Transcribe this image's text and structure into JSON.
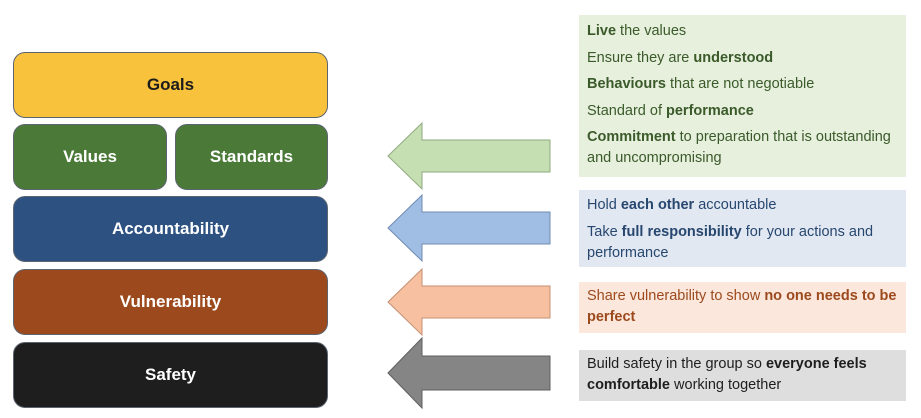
{
  "blocks": {
    "goals": "Goals",
    "values": "Values",
    "standards": "Standards",
    "accountability": "Accountability",
    "vulnerability": "Vulnerability",
    "safety": "Safety"
  },
  "colors": {
    "goals": "#f9c23c",
    "values_standards": "#4b7a38",
    "accountability": "#2d5282",
    "vulnerability": "#9c4a1d",
    "safety": "#1e1e1e",
    "arrow_green": "#c5dfb3",
    "arrow_blue": "#a0bde3",
    "arrow_peach": "#f7c0a0",
    "arrow_gray": "#858585"
  },
  "descriptions": {
    "values": [
      {
        "pre": "",
        "bold": "Live",
        "post": " the values"
      },
      {
        "pre": "Ensure they are ",
        "bold": "understood",
        "post": ""
      },
      {
        "pre": "",
        "bold": "Behaviours",
        "post": " that are not negotiable"
      },
      {
        "pre": "Standard of ",
        "bold": "performance",
        "post": ""
      },
      {
        "pre": "",
        "bold": "Commitment",
        "post": " to preparation that is outstanding and uncompromising"
      }
    ],
    "accountability": [
      {
        "pre": "Hold ",
        "bold": "each other",
        "post": " accountable"
      },
      {
        "pre": "Take ",
        "bold": "full responsibility",
        "post": " for your actions and performance"
      }
    ],
    "vulnerability": [
      {
        "pre": "Share vulnerability to show ",
        "bold": "no one needs to be perfect",
        "post": ""
      }
    ],
    "safety": [
      {
        "pre": "Build safety in the group so ",
        "bold": "everyone feels comfortable",
        "post": " working together"
      }
    ]
  }
}
